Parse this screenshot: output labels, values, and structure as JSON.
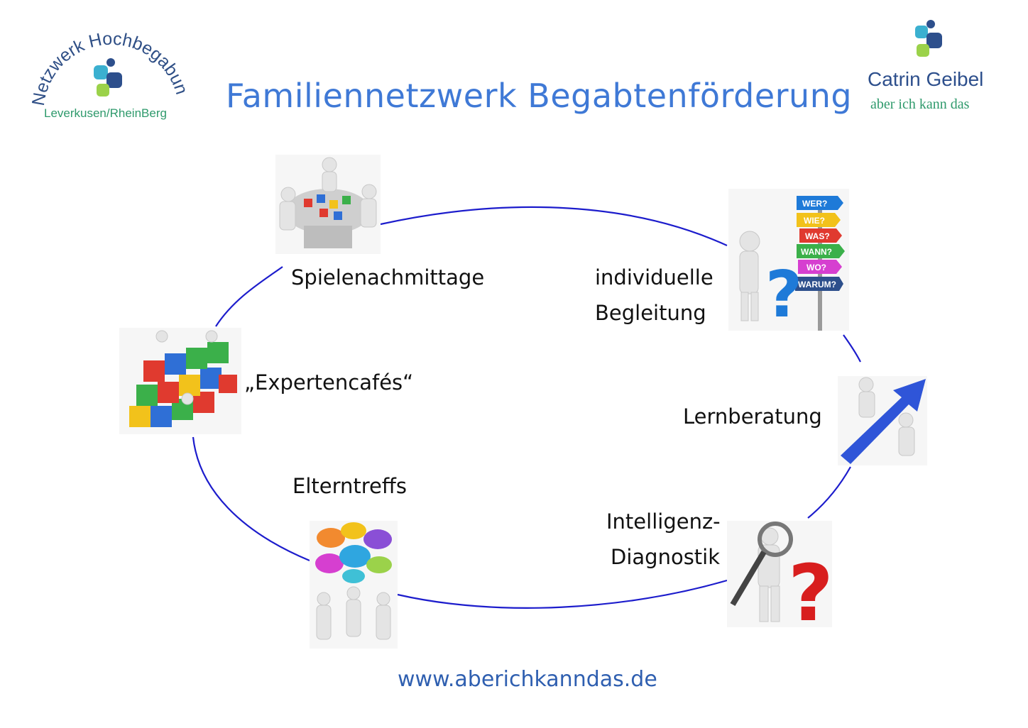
{
  "title": "Familiennetzwerk Begabtenförderung",
  "logo_left": {
    "arc_text": "Netzwerk Hochbegabung",
    "subtext": "Leverkusen/RheinBerg"
  },
  "logo_right": {
    "name": "Catrin Geibel",
    "tagline": "aber ich kann das"
  },
  "nodes": {
    "spiele": "Spielenachmittage",
    "begleitung_1": "individuelle",
    "begleitung_2": "Begleitung",
    "experten": "„Expertencafés“",
    "lernberatung": "Lernberatung",
    "eltern": "Elterntreffs",
    "intelligenz_1": "Intelligenz-",
    "intelligenz_2": "Diagnostik"
  },
  "signpost": [
    "WER?",
    "WIE?",
    "WAS?",
    "WANN?",
    "WO?",
    "WARUM?"
  ],
  "url": "www.aberichkanndas.de",
  "colors": {
    "title": "#3f79d6",
    "cycle_line": "#1c1ccc",
    "puzzle_red": "#e03a2f",
    "puzzle_blue": "#2f6fd6",
    "puzzle_yellow": "#f2c21b",
    "puzzle_green": "#3bb04a",
    "arrow_blue": "#2f55d8",
    "question_red": "#d81e1e",
    "question_blue": "#1e7ad8"
  },
  "icons": [
    "puzzle-table-icon",
    "question-signpost-icon",
    "puzzle-wall-icon",
    "growth-arrow-icon",
    "speech-bubbles-icon",
    "magnifier-question-icon"
  ]
}
